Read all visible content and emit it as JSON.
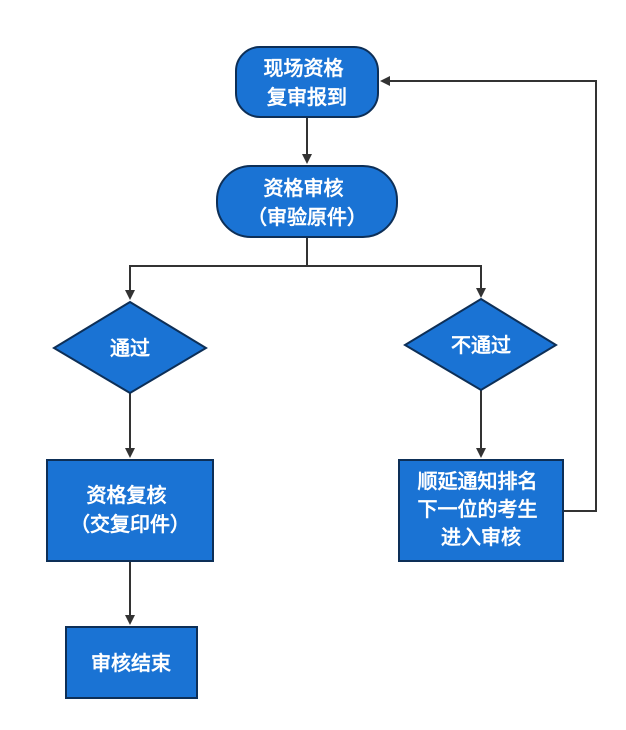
{
  "colors": {
    "node_fill": "#1a73d4",
    "node_stroke": "#0d2f57",
    "text": "#ffffff",
    "connector": "#333333"
  },
  "nodes": {
    "onsite_checkin": {
      "lines": [
        "现场资格",
        "复审报到"
      ]
    },
    "qualification_review": {
      "lines": [
        "资格审核",
        "（审验原件）"
      ]
    },
    "pass": {
      "lines": [
        "通过"
      ]
    },
    "fail": {
      "lines": [
        "不通过"
      ]
    },
    "qualification_recheck": {
      "lines": [
        "资格复核",
        "（交复印件）"
      ]
    },
    "review_end": {
      "lines": [
        "审核结束"
      ]
    },
    "next_candidate": {
      "lines": [
        "顺延通知排名",
        "下一位的考生",
        "进入审核"
      ]
    }
  }
}
